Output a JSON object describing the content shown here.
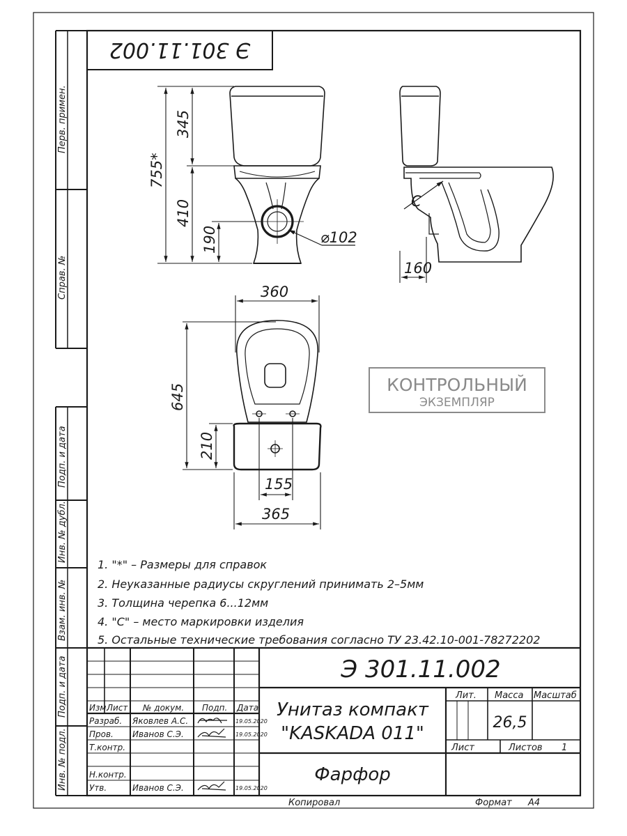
{
  "sheet": {
    "designation": "Э 301.11.002",
    "designation_top": "Э 301.11.002",
    "format_label": "Формат",
    "format_value": "А4",
    "copied_label": "Копировал"
  },
  "side_column": {
    "first_use": "Перв. примен.",
    "ref_no": "Справ. №",
    "sign_date_1": "Подп. и дата",
    "inv_dup": "Инв. № дубл.",
    "replace_inv": "Взам. инв. №",
    "sign_date_2": "Подп. и дата",
    "inv_orig": "Инв. № подл."
  },
  "stamp": {
    "line1": "КОНТРОЛЬНЫЙ",
    "line2": "ЭКЗЕМПЛЯР",
    "color": "#8a8a8a"
  },
  "dimensions": {
    "tank_height": "345",
    "total_height": "755*",
    "bowl_height": "410",
    "outlet_height": "190",
    "outlet_diameter": "⌀102",
    "mark_place": "С",
    "outlet_offset": "160",
    "top_width": "360",
    "depth": "645",
    "tank_depth": "210",
    "holes_spacing": "155",
    "tank_width": "365"
  },
  "notes": [
    "1. \"*\" – Размеры для справок",
    "2. Неуказанные радиусы скруглений принимать 2–5мм",
    "3. Толщина черепка 6...12мм",
    "4. \"С\" – место маркировки изделия",
    "5. Остальные технические требования согласно ТУ 23.42.10-001-78272202"
  ],
  "title_block": {
    "headers": {
      "izm": "Изм.",
      "list": "Лист",
      "doc_no": "№ докум.",
      "sign": "Подп.",
      "date": "Дата"
    },
    "rows": [
      {
        "role": "Разраб.",
        "name": "Яковлев А.С.",
        "date": "19.05.2020"
      },
      {
        "role": "Пров.",
        "name": "Иванов С.Э.",
        "date": "19.05.2020"
      },
      {
        "role": "Т.контр.",
        "name": "",
        "date": ""
      },
      {
        "role": "",
        "name": "",
        "date": ""
      },
      {
        "role": "Н.контр.",
        "name": "",
        "date": ""
      },
      {
        "role": "Утв.",
        "name": "Иванов С.Э.",
        "date": "19.05.2020"
      }
    ],
    "product_line1": "Унитаз компакт",
    "product_line2": "\"KASKADA 011\"",
    "material": "Фарфор",
    "lit_label": "Лит.",
    "mass_label": "Масса",
    "scale_label": "Масштаб",
    "mass_value": "26,5",
    "sheet_label": "Лист",
    "sheets_label": "Листов",
    "sheets_value": "1"
  }
}
